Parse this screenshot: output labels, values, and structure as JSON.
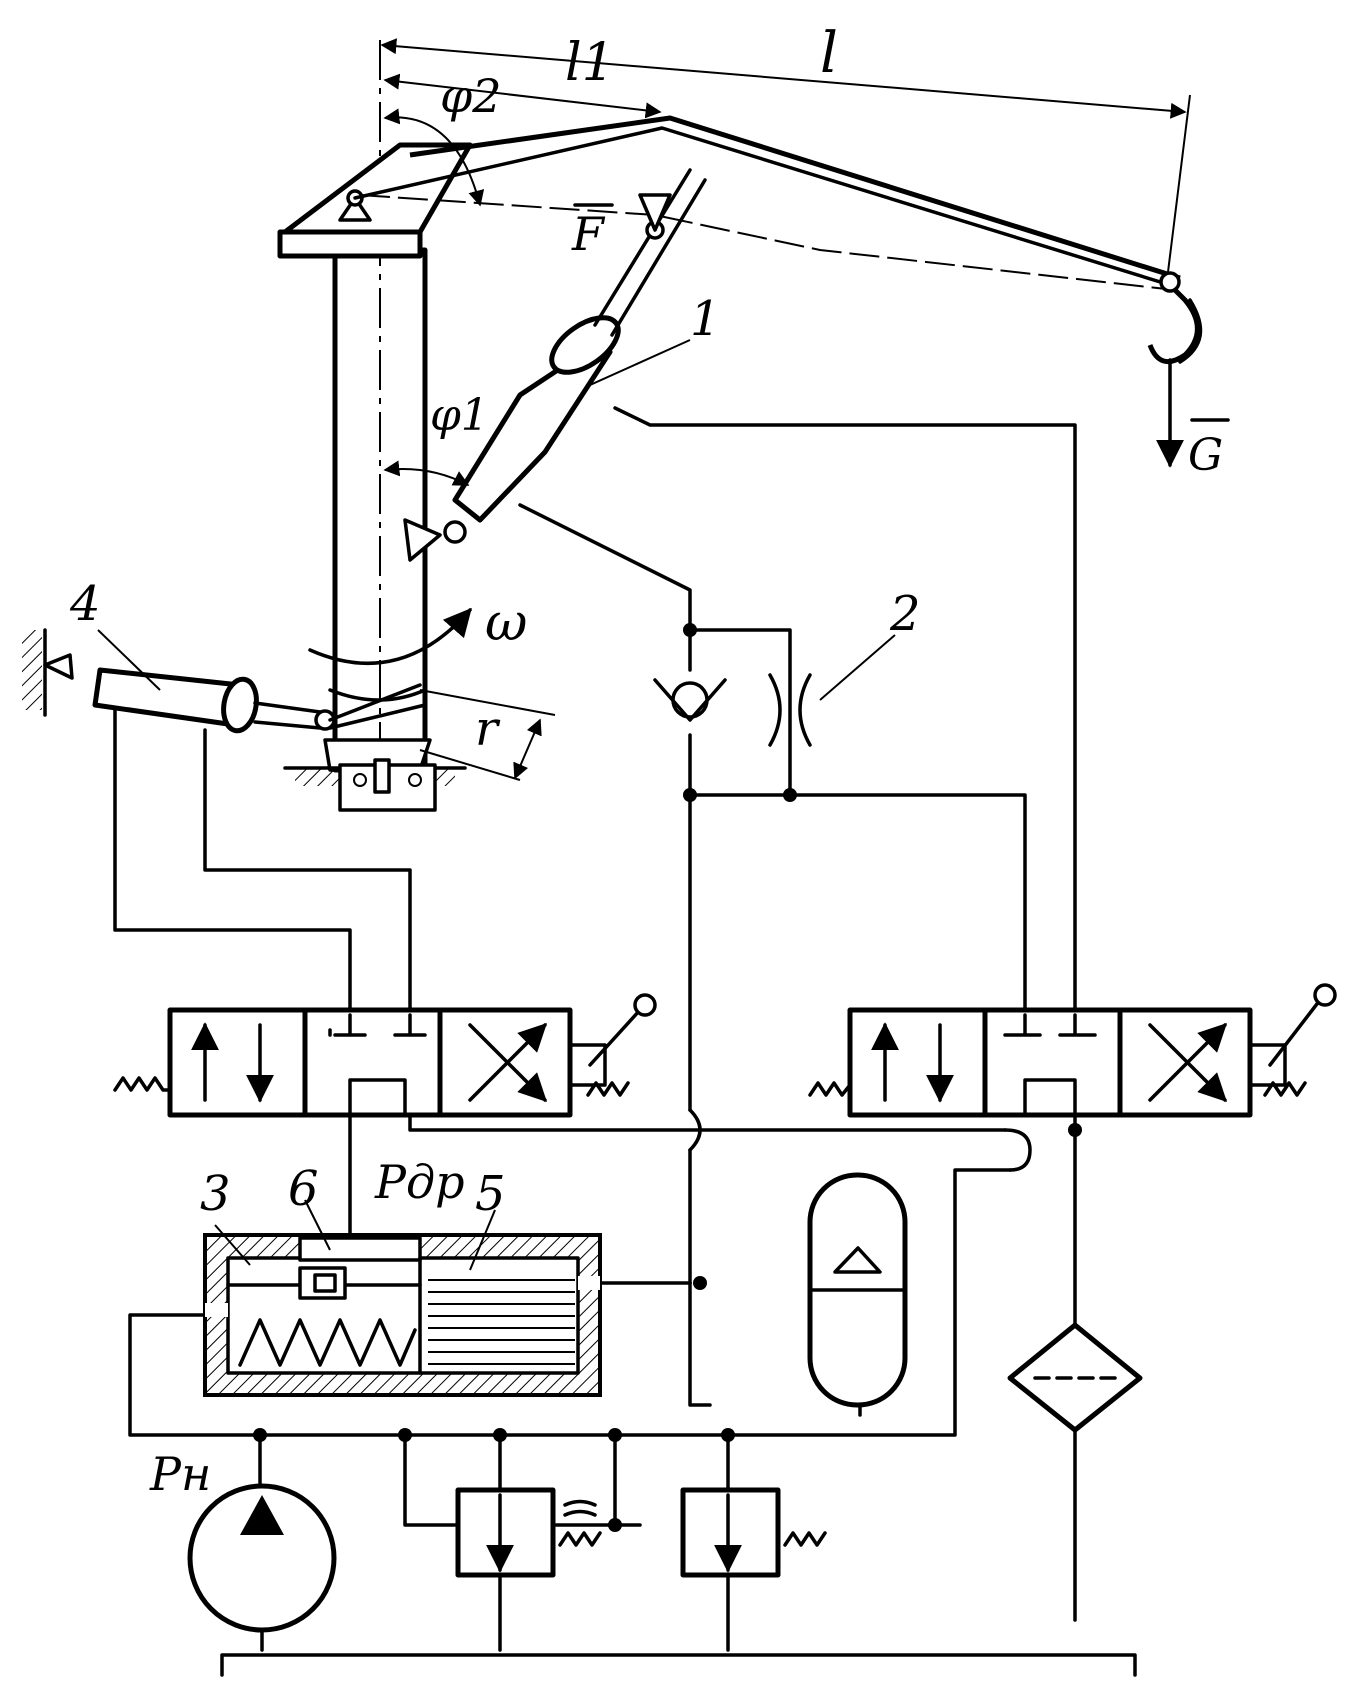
{
  "labels": {
    "l1": "l1",
    "l": "l",
    "phi2": "φ2",
    "phi1": "φ1",
    "F": "F",
    "G": "G",
    "omega": "ω",
    "r": "r",
    "num1": "1",
    "num2": "2",
    "num3": "3",
    "num4": "4",
    "num5": "5",
    "num6": "6",
    "p_dr": "Рдр",
    "p_n": "Рн"
  },
  "colors": {
    "stroke": "#000000",
    "background": "#ffffff",
    "hatch": "#000000"
  }
}
